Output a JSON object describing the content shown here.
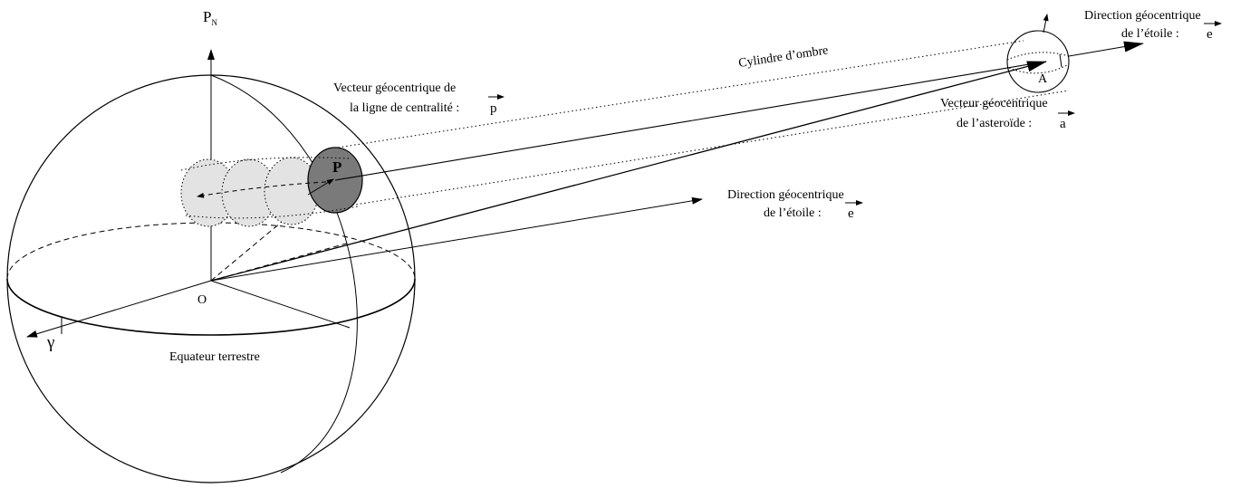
{
  "labels": {
    "pole_main": "P",
    "pole_sub": "N",
    "origin": "O",
    "gamma": "γ",
    "equator": "Equateur terrestre",
    "point_p": "P",
    "point_a": "A",
    "shadow_cylinder": "Cylindre d’ombre",
    "p_vector_line1": "Vecteur géocentrique de",
    "p_vector_line2": "la ligne de centralité :",
    "p_vector_symbol": "p",
    "a_vector_line1": "Vecteur géocentrique",
    "a_vector_line2": "de l’asteroïde :",
    "a_vector_symbol": "a",
    "star_dir_top_line1": "Direction géocentrique",
    "star_dir_top_line2": "de l’étoile :",
    "star_dir_top_symbol": "e",
    "star_dir_mid_line1": "Direction géocentrique",
    "star_dir_mid_line2": "de l’étoile :",
    "star_dir_mid_symbol": "e"
  }
}
